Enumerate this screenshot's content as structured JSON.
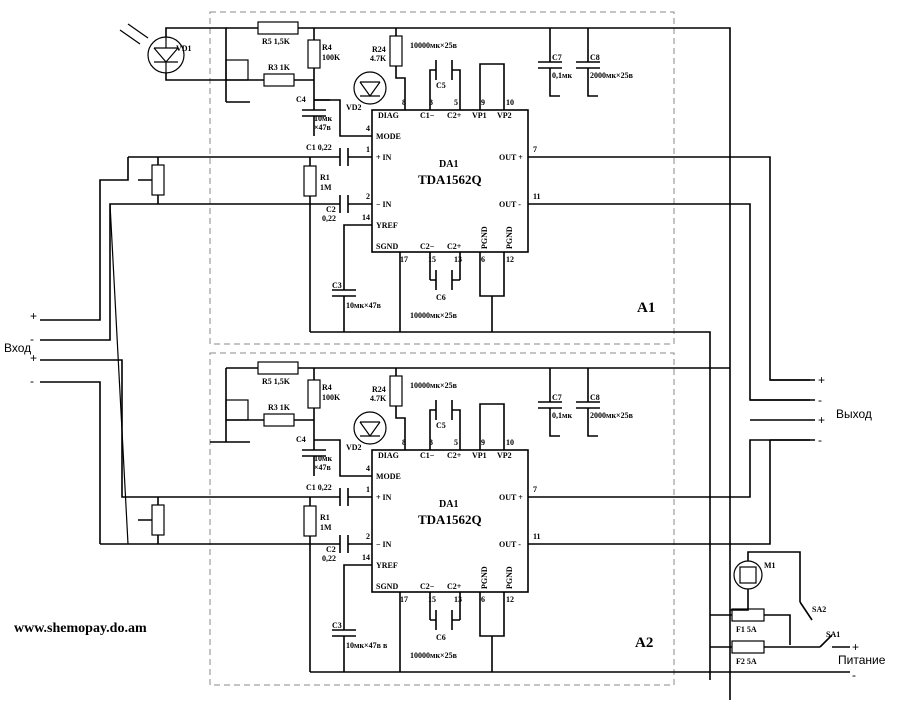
{
  "website": "www.shemopay.do.am",
  "io": {
    "input": "Вход",
    "output": "Выход",
    "power": "Питание",
    "plus": "+",
    "minus": "-"
  },
  "blocks": [
    {
      "name": "A1"
    },
    {
      "name": "A2"
    }
  ],
  "chip": {
    "name": "DA1",
    "type": "TDA1562Q",
    "pins": {
      "diag": "DIAG",
      "c1m": "C1−",
      "c2p": "C2+",
      "vp1": "VP1",
      "vp2": "VP2",
      "mode": "MODE",
      "inp": "+ IN",
      "inm": "− IN",
      "yref": "YREF",
      "outp": "OUT +",
      "outm": "OUT -",
      "sgnd": "SGND",
      "c2m": "C2−",
      "c2p2": "C2+",
      "pgnd": "PGND"
    },
    "pinnum": {
      "p8": "8",
      "p3": "3",
      "p5": "5",
      "p9": "9",
      "p10": "10",
      "p4": "4",
      "p1": "1",
      "p2": "2",
      "p14": "14",
      "p7": "7",
      "p11": "11",
      "p17": "17",
      "p15": "15",
      "p13": "13",
      "p6": "6",
      "p12": "12"
    }
  },
  "components": {
    "R5": "R5 1,5K",
    "R3": "R3 1K",
    "R4": "R4",
    "R4v": "100K",
    "R24": "R24",
    "R24v": "4.7K",
    "VD1": "VD1",
    "VD2": "VD2",
    "C4": "C4",
    "C4v1": "10мк",
    "C4v2": "×47в",
    "C5": "C5",
    "C5v": "10000мк×25в",
    "C7": "C7",
    "C7v": "0,1мк",
    "C8": "C8",
    "C8v": "2000мк×25в",
    "C1": "C1 0,22",
    "R1": "R1",
    "R1v": "1M",
    "C2": "C2",
    "C2v": "0,22",
    "C3": "C3",
    "C3v_a1": "10мк×47в",
    "C3v_a2": "10мк×47в в",
    "C6": "C6",
    "C6v": "10000мк×25в",
    "M1": "M1",
    "F1": "F1 5A",
    "F2": "F2 5A",
    "SA1": "SA1",
    "SA2": "SA2"
  }
}
